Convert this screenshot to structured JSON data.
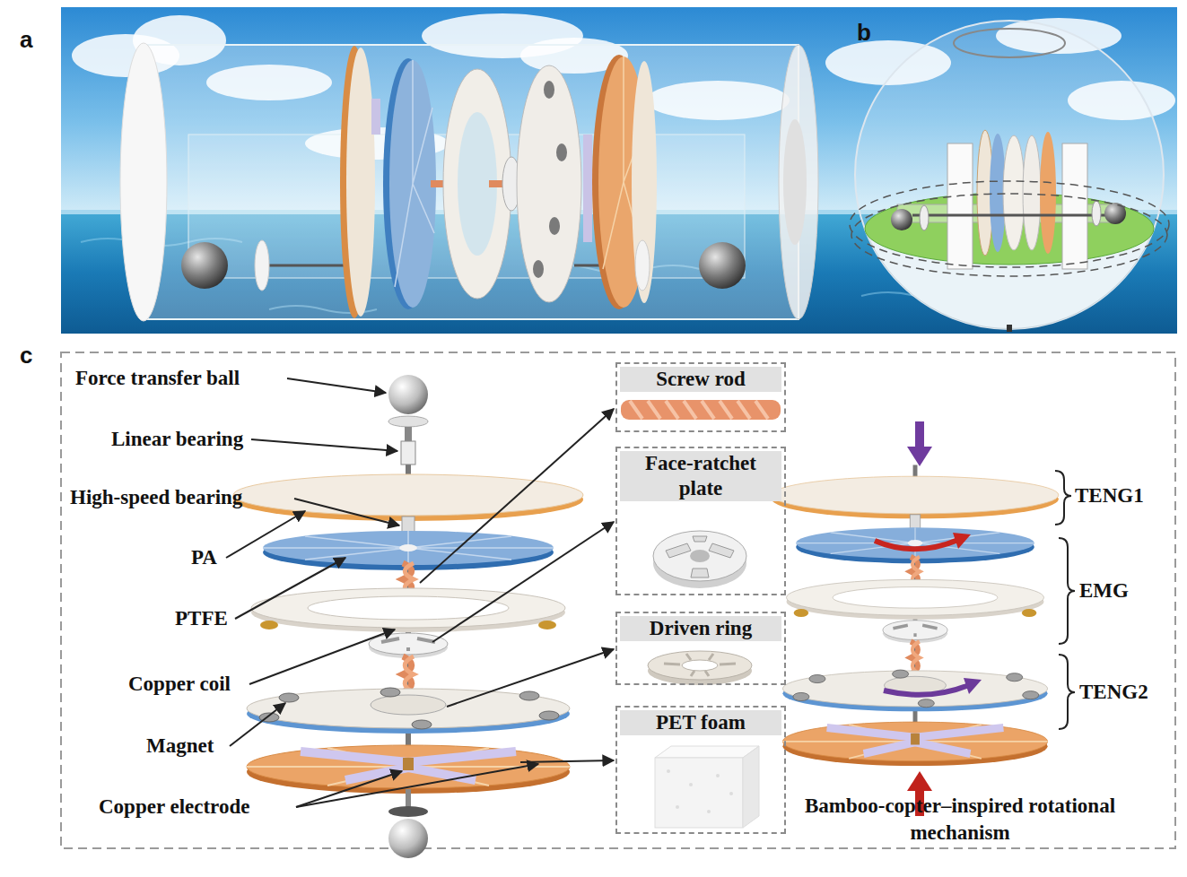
{
  "diagram": {
    "nodes": [
      {
        "text": [
          "Screw rod"
        ]
      },
      {
        "text": [
          "Face-ratchet plate"
        ]
      },
      {
        "text": [
          "Driven ring"
        ]
      },
      {
        "text": [
          "PET foam"
        ]
      }
    ],
    "labels": [
      "a",
      "b",
      "c",
      "Force transfer ball",
      "Linear bearing",
      "High-speed bearing",
      "PA",
      "PTFE",
      "Copper coil",
      "Magnet",
      "Copper electrode",
      "TENG1",
      "EMG",
      "TENG2",
      "Bamboo-copter–inspired rotational mechanism"
    ]
  }
}
